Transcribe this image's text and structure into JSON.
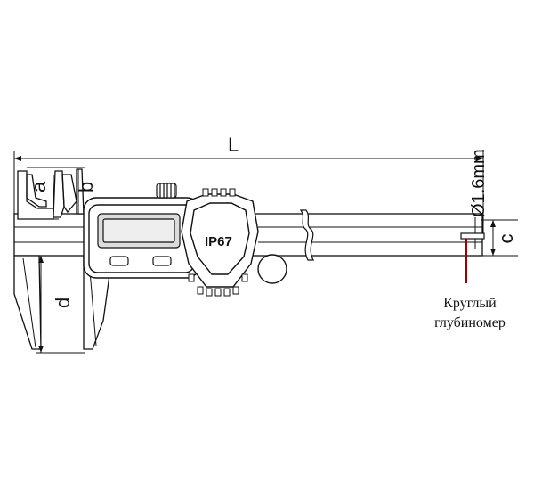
{
  "dimensions": {
    "length": "L",
    "jaw_a": "a",
    "jaw_b": "b",
    "jaw_d": "d",
    "depth_rod_c": "c",
    "depth_rod_diameter": "Ø1.6mm"
  },
  "display": {
    "rating_badge": "IP67"
  },
  "callout": {
    "line1": "Круглый",
    "line2": "глубиномер"
  },
  "colors": {
    "outline": "#111111",
    "callout_line": "#a00000",
    "fill": "#ffffff",
    "display_fill": "#dcdcdc"
  }
}
